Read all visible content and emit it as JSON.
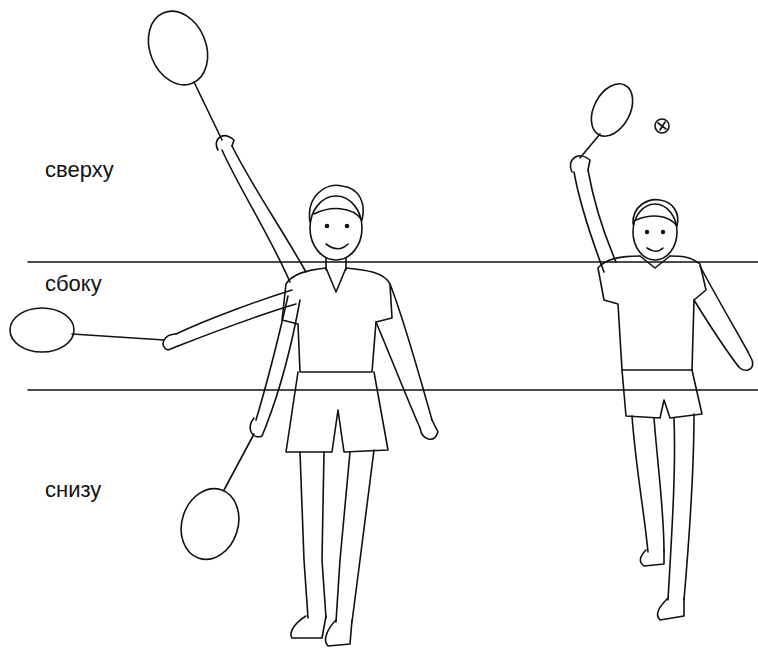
{
  "diagram": {
    "labels": [
      "сверху",
      "сбоку",
      "снизу"
    ]
  }
}
